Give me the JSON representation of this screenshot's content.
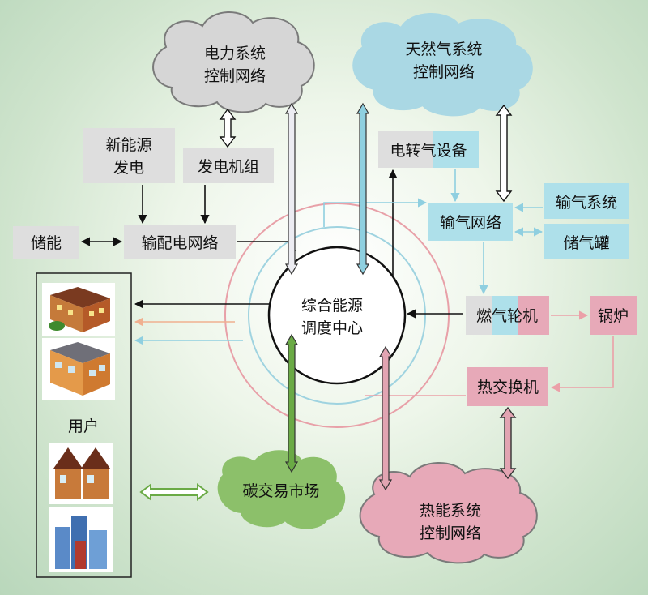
{
  "nodes": {
    "power_ctrl": [
      "电力系统",
      "控制网络"
    ],
    "gas_ctrl": [
      "天然气系统",
      "控制网络"
    ],
    "heat_ctrl": [
      "热能系统",
      "控制网络"
    ],
    "center": [
      "综合能源",
      "调度中心"
    ],
    "new_energy": [
      "新能源",
      "发电"
    ],
    "generator": "发电机组",
    "storage": "储能",
    "distribution": "输配电网络",
    "p2g": "电转气设备",
    "gas_network": "输气网络",
    "gas_transmission": "输气系统",
    "gas_tank": "储气罐",
    "gas_turbine": "燃气轮机",
    "boiler": "锅炉",
    "heat_exchanger": "热交换机",
    "carbon_market": "碳交易市场",
    "users": "用户"
  },
  "colors": {
    "electric": "#e8e8ee",
    "gas": "#a8d8e4",
    "heat": "#e2a4b2",
    "carbon": "#6aaa45",
    "box_grey": "#dedede",
    "box_blue": "#aee0ea",
    "box_pink": "#e7a9b8"
  }
}
